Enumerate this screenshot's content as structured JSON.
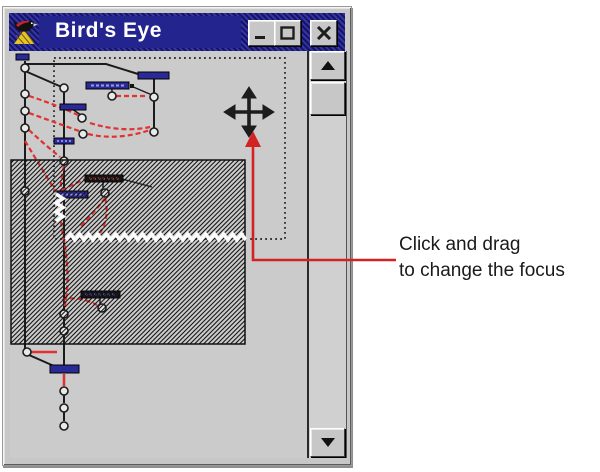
{
  "window": {
    "title": "Bird's Eye",
    "controls": {
      "minimize": "minimize-window",
      "maximize": "maximize-window",
      "close": "close-window"
    }
  },
  "scrollbar": {
    "up": "scroll-up",
    "down": "scroll-down"
  },
  "annotation": {
    "line1": "Click and drag",
    "line2": "to change the focus"
  },
  "colors": {
    "titlebar": "#24248e",
    "titlebar_dark": "#141463",
    "titlebar_light": "#3434a6",
    "chrome": "#c6c7c6",
    "canvas": "#cacbca",
    "navy": "#2a2a97",
    "red": "#e33030",
    "callout": "#d42222",
    "text": "#1a1a1a"
  }
}
